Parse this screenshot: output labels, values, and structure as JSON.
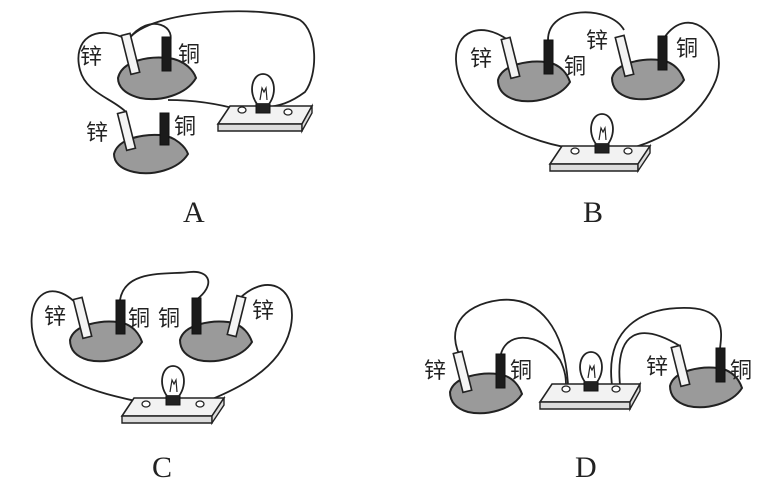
{
  "labels": {
    "zinc": "锌",
    "copper": "铜"
  },
  "options": [
    "A",
    "B",
    "C",
    "D"
  ],
  "colors": {
    "lemon_fill": "#9a9a9a",
    "copper_electrode": "#1b1b1b",
    "zinc_electrode": "#f4f4f4",
    "line": "#222222"
  },
  "icons": [
    "lemon-cell",
    "zinc-electrode",
    "copper-electrode",
    "light-bulb",
    "lamp-board",
    "wire"
  ]
}
